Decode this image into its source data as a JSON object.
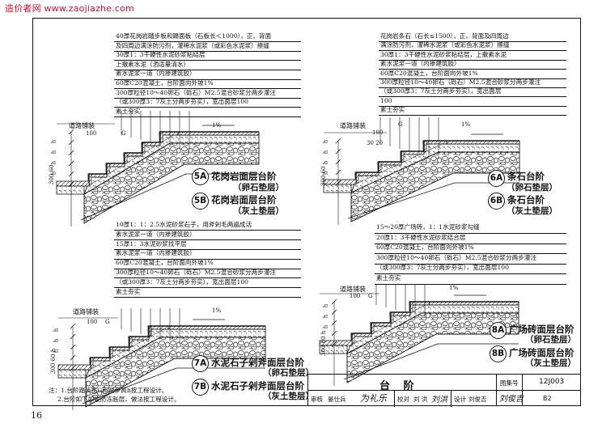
{
  "watermark": "造价者网 www.zaojiazhe.com",
  "page_number": "16",
  "panels": {
    "p5": {
      "notes": [
        "40厚花岗岩踏步板和踢面板（石板长＜1000），正、背面",
        "及四周边满涂防污剂，灌稀水泥浆（或彩色水泥浆）擦缝",
        "30厚1：3干硬性水泥砂浆粘结层",
        "上撒素水泥（洒适量清水）",
        "素水泥浆一道（内掺建筑胶）",
        "60厚C20混凝土，台阶面向外坡1%",
        "300厚粒径10～40卵石（砾石）M2.5混合砂浆分两步灌注",
        "（或300厚3：7灰土分两步夯实），宽出面层100",
        "素土夯实"
      ],
      "road_label": "道路铺装",
      "dim_100": "100",
      "dim_g": "G",
      "slope": "1%",
      "h_marks": [
        "h",
        "h",
        "h",
        "h"
      ],
      "dim_side": "300 60",
      "items": [
        {
          "badge": "5A",
          "title": "花岗岩面层台阶",
          "sub": "（卵石垫层）"
        },
        {
          "badge": "5B",
          "title": "花岗岩面层台阶",
          "sub": "（灰土垫层）"
        }
      ]
    },
    "p6": {
      "notes": [
        "花岗岩条石（石长≤1500），正、背面及四周边",
        "满涂防污剂，灌稀水泥浆（或彩色水泥浆）擦缝",
        "30厚1：3干硬性水泥砂浆粘结层，上撒素水泥",
        "素水泥浆一道（内掺建筑胶）",
        "60厚C20混凝土，台阶面向外坡1%",
        "300厚粒径10～40卵石（砾石）M2.5混合砂浆分两步灌注",
        "（或300厚3：7灰土分两步夯实），宽出面层",
        "100",
        "素土夯实"
      ],
      "road_label": "道路铺装",
      "dim_100": "100",
      "dim_g": "G",
      "dim_3020": "30 20",
      "slope": "1%",
      "h_marks": [
        "h",
        "h",
        "h",
        "h"
      ],
      "dim_side": "300 60",
      "items": [
        {
          "badge": "6A",
          "title": "条石台阶",
          "sub": "（卵石垫层）"
        },
        {
          "badge": "6B",
          "title": "条石台阶",
          "sub": "（灰土垫层）"
        }
      ]
    },
    "p7": {
      "notes": [
        "10厚1：1：2.5水泥砂浆石子，用斧剁毛两遍成活",
        "素水泥浆一道（内掺建筑胶）",
        "15厚1：3水泥砂浆找平层",
        "素水泥浆一道（内掺建筑胶）",
        "60厚C20混凝土，台阶面向外坡1%",
        "300厚粒径10～40卵石（砾石）M2.5混合砂浆分两步灌注",
        "（或300厚3：7灰土分两步夯实），宽出面层100",
        "素土夯实"
      ],
      "road_label": "道路铺装",
      "dim_100": "100",
      "dim_g": "G",
      "slope": "1%",
      "h_marks": [
        "h",
        "h",
        "h"
      ],
      "dim_side": "300 60 h",
      "items": [
        {
          "badge": "7A",
          "title": "水泥石子剁斧面层台阶",
          "sub": "（卵石垫层）"
        },
        {
          "badge": "7B",
          "title": "水泥石子剁斧面层台阶",
          "sub": "（灰土垫层）"
        }
      ]
    },
    "p8": {
      "notes": [
        "15～20厚广场砖，1：1水泥砂浆勾缝",
        "20厚1：3干硬性水泥砂浆结合层",
        "60厚C20混凝土，台阶面向外坡1%",
        "300厚粒径10～40卵石（砾石）M2.5混合砂浆分两步灌注",
        "（或300厚3：7灰土分两步夯实），宽出面层100",
        "素土夯实"
      ],
      "road_label": "道路铺装",
      "dim_100": "100",
      "dim_g": "G",
      "slope": "1%",
      "h_marks": [
        "h",
        "h",
        "h"
      ],
      "dim_side": "300 60 h",
      "items": [
        {
          "badge": "8A",
          "title": "广场砖面层台阶",
          "sub": "（卵石垫层）"
        },
        {
          "badge": "8B",
          "title": "广场砖面层台阶",
          "sub": "（灰土垫层）"
        }
      ]
    }
  },
  "footnotes": [
    "注：1.台阶踏步宽G和踏步高h按工程设计。",
    "2.台阶如下如设防冻胀层，做法按工程设计。"
  ],
  "title_block": {
    "title": "台  阶",
    "atlas_label": "图集号",
    "atlas_no": "12J003",
    "review_label": "审核",
    "reviewer": "晏仕兵",
    "check_label": "校对",
    "checker": "刘 洪",
    "design_label": "设计",
    "designer": "刘俊吉",
    "page_label": "页",
    "page_no": "B2"
  },
  "colors": {
    "line": "#111111",
    "watermark": "#c8102e",
    "hatch": "#222222"
  }
}
